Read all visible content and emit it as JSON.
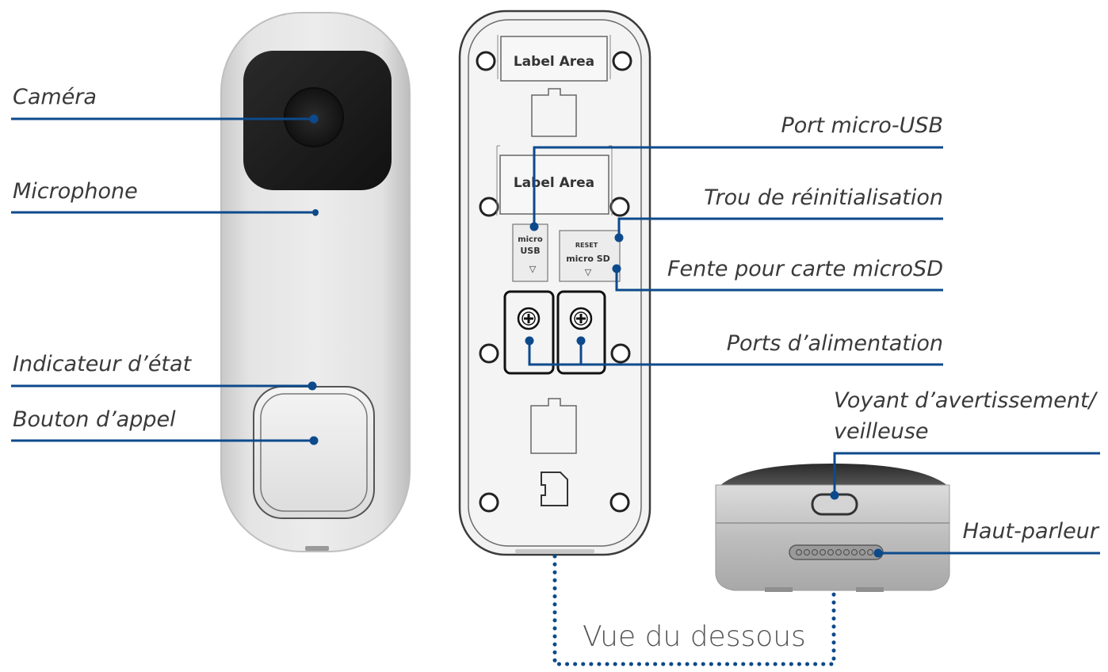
{
  "labels": {
    "camera": "Caméra",
    "microphone": "Microphone",
    "status_indicator": "Indicateur d’état",
    "call_button": "Bouton d’appel",
    "micro_usb_port": "Port micro-USB",
    "reset_hole": "Trou de réinitialisation",
    "microsd_slot": "Fente pour carte microSD",
    "power_ports": "Ports d’alimentation",
    "warning_light_line1": "Voyant d’avertissement/",
    "warning_light_line2": "veilleuse",
    "speaker": "Haut-parleur",
    "bottom_view": "Vue du dessous"
  },
  "device_back": {
    "label_area_1": "Label  Area",
    "label_area_2": "Label  Area",
    "usb_box_line1": "micro",
    "usb_box_line2": "USB",
    "usb_box_line3": "▽",
    "sd_box_line1": "RESET",
    "sd_box_line2": "micro SD",
    "sd_box_line3": "▽"
  },
  "colors": {
    "callout_line": "#0d4a8c",
    "device_body": "#e6e6e6",
    "camera_panel": "#1c1c1c",
    "outline": "#444444"
  }
}
